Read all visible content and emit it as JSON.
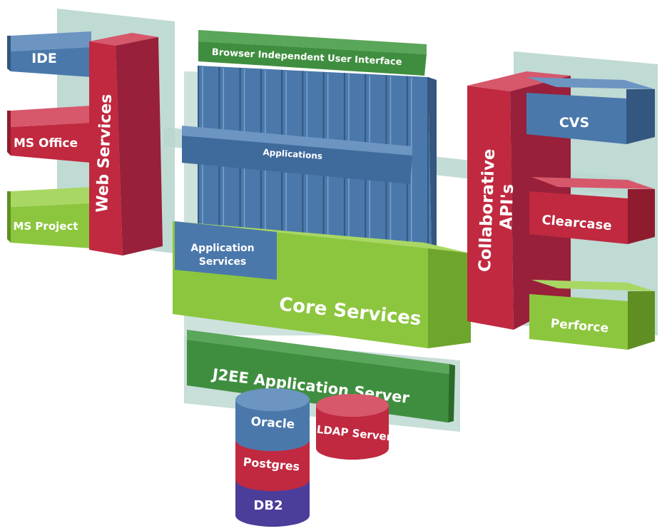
{
  "colors": {
    "blue": "#4a78ab",
    "red": "#c0293f",
    "green": "#8cc63e",
    "dark_green": "#3f8e3f",
    "panel": "#b9d6cf",
    "purple": "#4b3d9a"
  },
  "left_stack": {
    "ide": "IDE",
    "ms_office": "MS Office",
    "ms_project": "MS Project",
    "web_services": "Web Services"
  },
  "center_stack": {
    "browser_ui": "Browser Independent User Interface",
    "applications": "Applications",
    "app_services_line1": "Application",
    "app_services_line2": "Services",
    "core_services": "Core Services",
    "j2ee": "J2EE Application Server"
  },
  "databases": {
    "oracle": "Oracle",
    "postgres": "Postgres",
    "db2": "DB2",
    "ldap": "LDAP Server"
  },
  "right_stack": {
    "collab_line1": "Collaborative",
    "collab_line2": "API's",
    "cvs": "CVS",
    "clearcase": "Clearcase",
    "perforce": "Perforce"
  }
}
